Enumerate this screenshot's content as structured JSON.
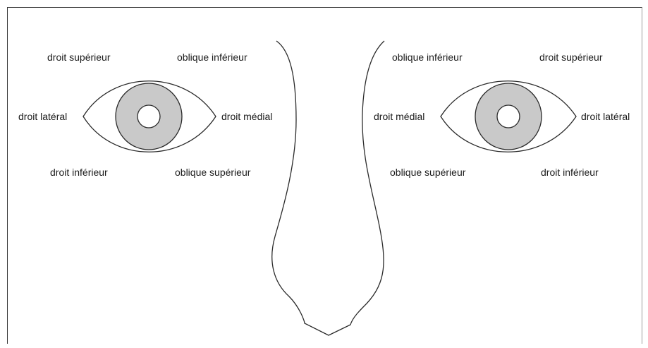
{
  "colors": {
    "outline": "#2a2a2a",
    "iris": "#c9c9c9",
    "pupil": "#ffffff",
    "background": "#ffffff"
  },
  "left_eye": {
    "top_left": "droit supérieur",
    "top_right": "oblique inférieur",
    "middle_left": "droit latéral",
    "middle_right": "droit médial",
    "bottom_left": "droit inférieur",
    "bottom_right": "oblique supérieur"
  },
  "right_eye": {
    "top_left": "oblique inférieur",
    "top_right": "droit supérieur",
    "middle_left": "droit médial",
    "middle_right": "droit latéral",
    "bottom_left": "oblique supérieur",
    "bottom_right": "droit inférieur"
  }
}
